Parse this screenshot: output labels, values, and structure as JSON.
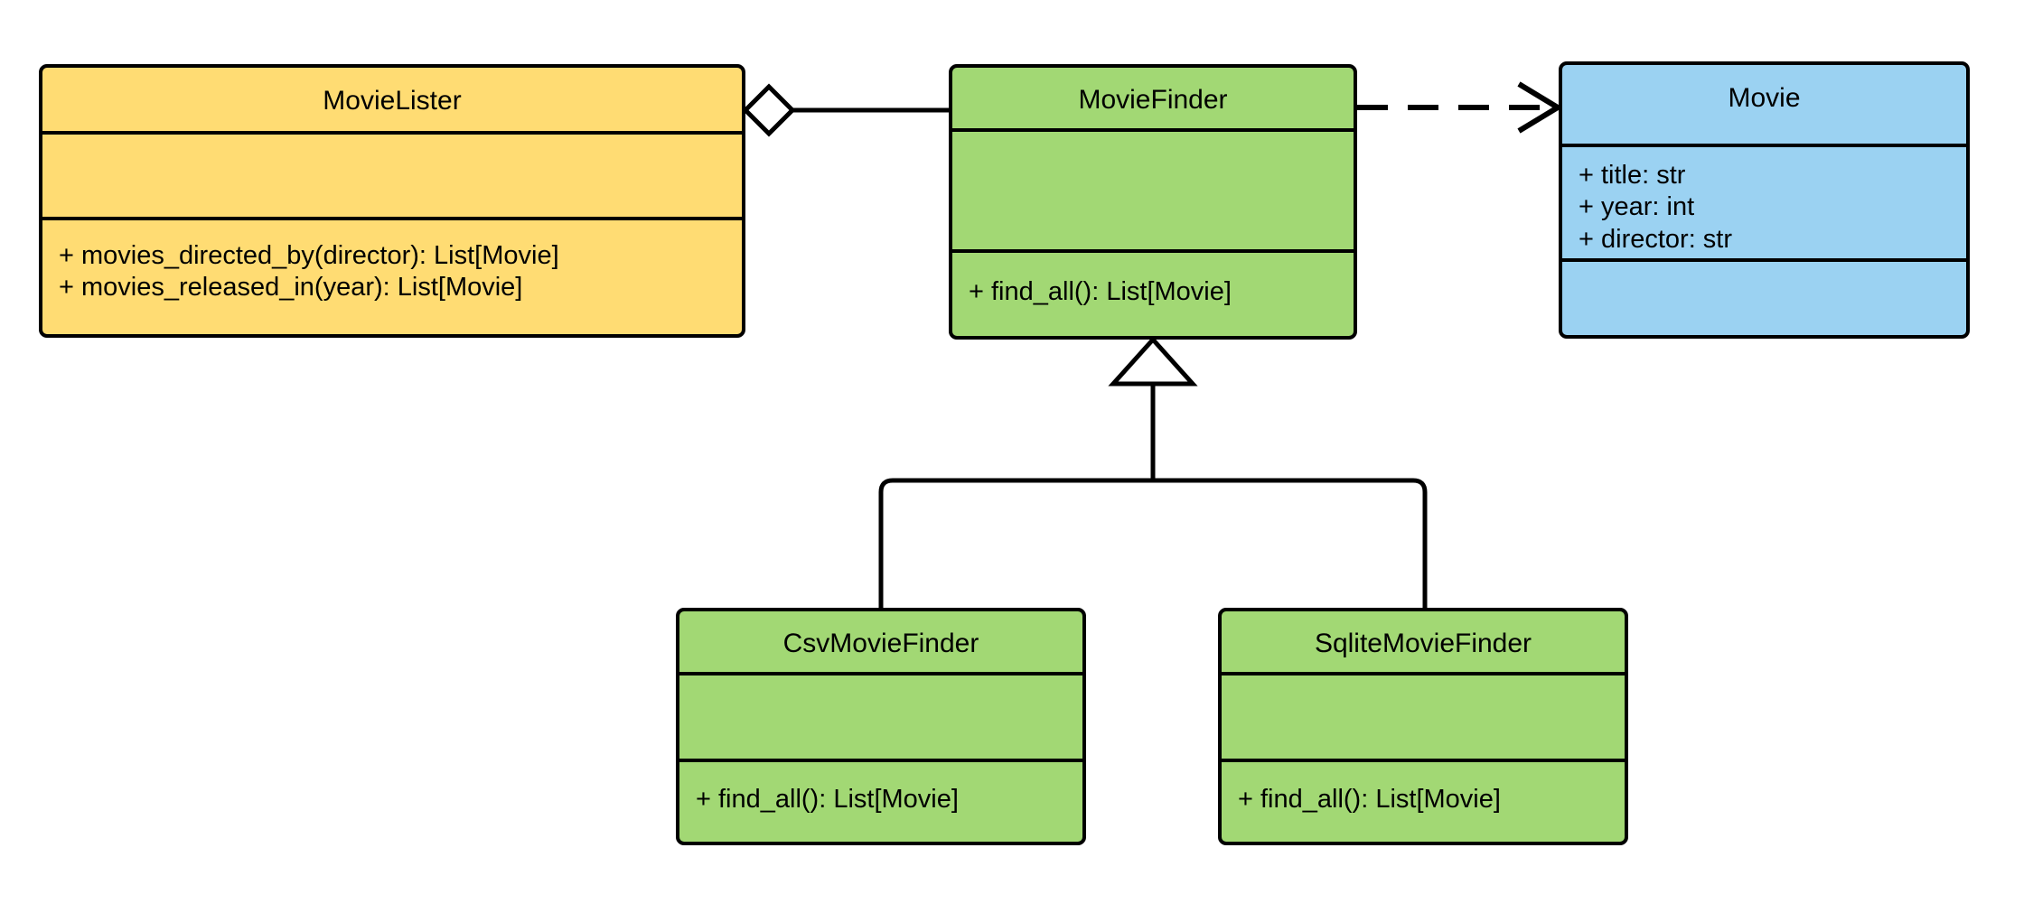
{
  "diagram": {
    "kind": "uml-class-diagram",
    "background": "#ffffff",
    "line_color": "#000000",
    "classes": [
      {
        "id": "movielister",
        "name": "MovieLister",
        "fill": "#FFDC73",
        "attributes": [],
        "operations": [
          "+ movies_directed_by(director): List[Movie]",
          "+ movies_released_in(year): List[Movie]"
        ]
      },
      {
        "id": "moviefinder",
        "name": "MovieFinder",
        "fill": "#A2D874",
        "attributes": [],
        "operations": [
          "+ find_all(): List[Movie]"
        ]
      },
      {
        "id": "movie",
        "name": "Movie",
        "fill": "#9BD2F2",
        "attributes": [
          "+ title: str",
          "+ year: int",
          "+ director: str"
        ],
        "operations": []
      },
      {
        "id": "csvmoviefinder",
        "name": "CsvMovieFinder",
        "fill": "#A2D874",
        "attributes": [],
        "operations": [
          "+ find_all(): List[Movie]"
        ]
      },
      {
        "id": "sqlitemoviefinder",
        "name": "SqliteMovieFinder",
        "fill": "#A2D874",
        "attributes": [],
        "operations": [
          "+ find_all(): List[Movie]"
        ]
      }
    ],
    "relationships": [
      {
        "id": "aggregation-movielister-moviefinder",
        "type": "aggregation",
        "from": "MovieLister",
        "to": "MovieFinder",
        "marker": "hollow-diamond",
        "line_style": "solid"
      },
      {
        "id": "dependency-moviefinder-movie",
        "type": "dependency",
        "from": "MovieFinder",
        "to": "Movie",
        "marker": "open-arrow",
        "line_style": "dashed"
      },
      {
        "id": "generalization-csvmoviefinder-moviefinder",
        "type": "generalization",
        "from": "CsvMovieFinder",
        "to": "MovieFinder",
        "marker": "hollow-triangle",
        "line_style": "solid"
      },
      {
        "id": "generalization-sqlitemoviefinder-moviefinder",
        "type": "generalization",
        "from": "SqliteMovieFinder",
        "to": "MovieFinder",
        "marker": "hollow-triangle",
        "line_style": "solid"
      }
    ]
  }
}
